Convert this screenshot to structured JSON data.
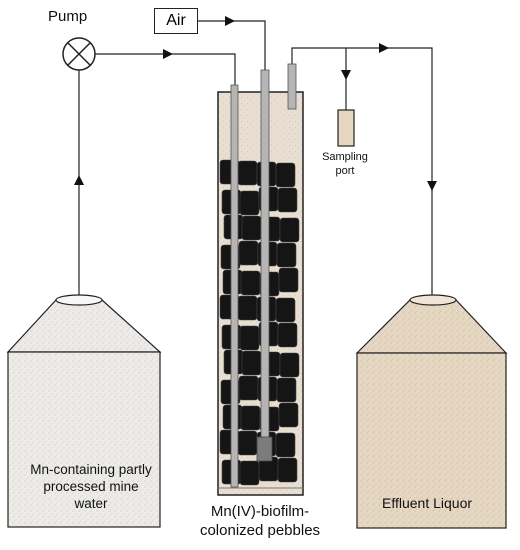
{
  "labels": {
    "pump": "Pump",
    "air": "Air",
    "sampling_port": "Sampling\nport",
    "left_tank": "Mn-containing partly\nprocessed mine\nwater",
    "right_tank": "Effluent Liquor",
    "column": "Mn(IV)-biofilm-\ncolonized  pebbles"
  },
  "colors": {
    "line": "#222222",
    "pebble": "#151515",
    "column_fill": "#e8dfd2",
    "left_tank_fill": "#ecebe8",
    "right_tank_fill": "#e6d7c3"
  },
  "icons": {
    "pump": "pump-icon",
    "flow_arrow": "arrow-icon"
  }
}
